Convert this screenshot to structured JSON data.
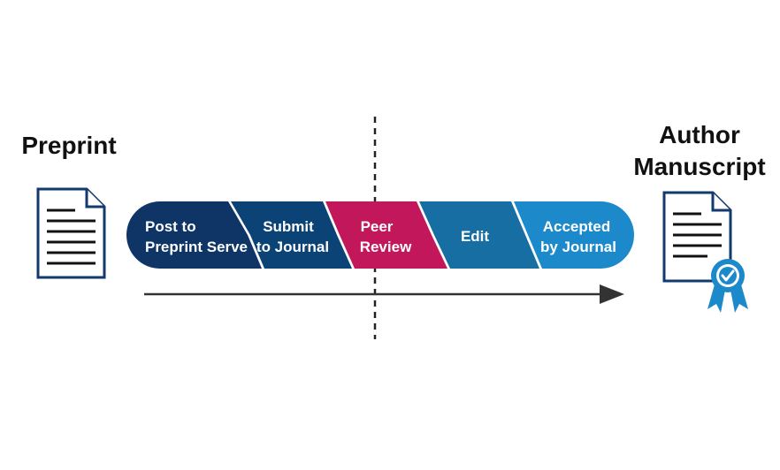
{
  "left_label": "Preprint",
  "right_label": [
    "Author",
    "Manuscript"
  ],
  "steps": [
    {
      "lines": [
        "Post to",
        "Preprint Serve"
      ],
      "color": "#0e3566"
    },
    {
      "lines": [
        "Submit",
        "to Journal"
      ],
      "color": "#0c4377"
    },
    {
      "lines": [
        "Peer",
        "Review"
      ],
      "color": "#c2185b"
    },
    {
      "lines": [
        "Edit"
      ],
      "color": "#176ea3"
    },
    {
      "lines": [
        "Accepted",
        "by Journal"
      ],
      "color": "#1c89cb"
    }
  ],
  "colors": {
    "doc_outline": "#123a6e",
    "doc_lines": "#111111",
    "arrow": "#333333",
    "divider": "#222222",
    "badge": "#1c89cb"
  },
  "icons": {
    "left": "document-icon",
    "right": "certified-document-icon"
  }
}
